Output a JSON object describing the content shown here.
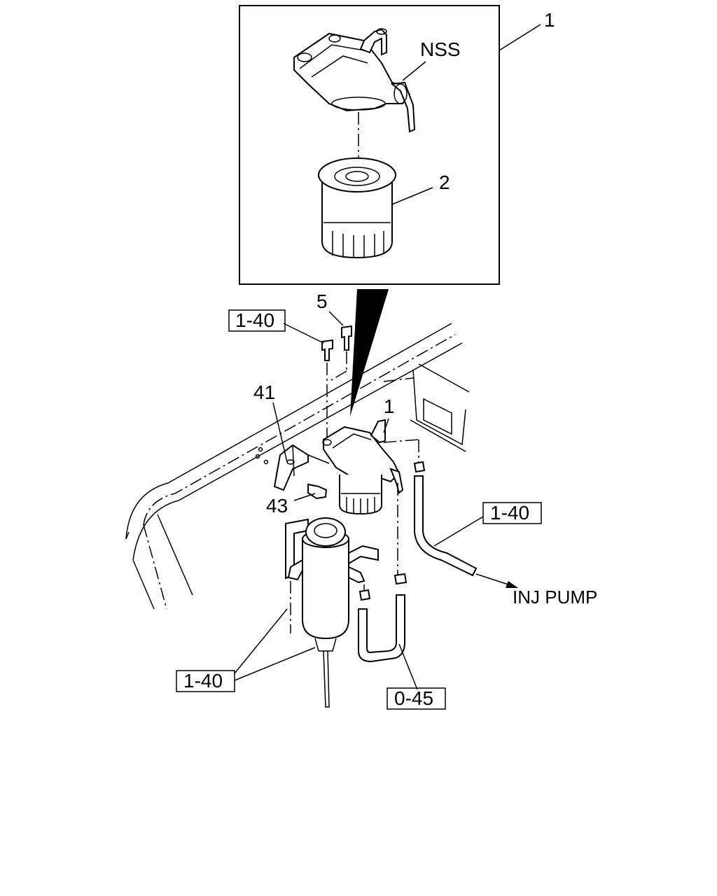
{
  "callouts": {
    "assembly_top": "1",
    "nss": "NSS",
    "filter_element": "2",
    "bolt": "5",
    "ref_top_left": "1-40",
    "bracket": "41",
    "assembly_mounted": "1",
    "bolt_43": "43",
    "ref_right": "1-40",
    "destination": "INJ PUMP",
    "ref_bottom_left": "1-40",
    "ref_bottom": "0-45"
  }
}
